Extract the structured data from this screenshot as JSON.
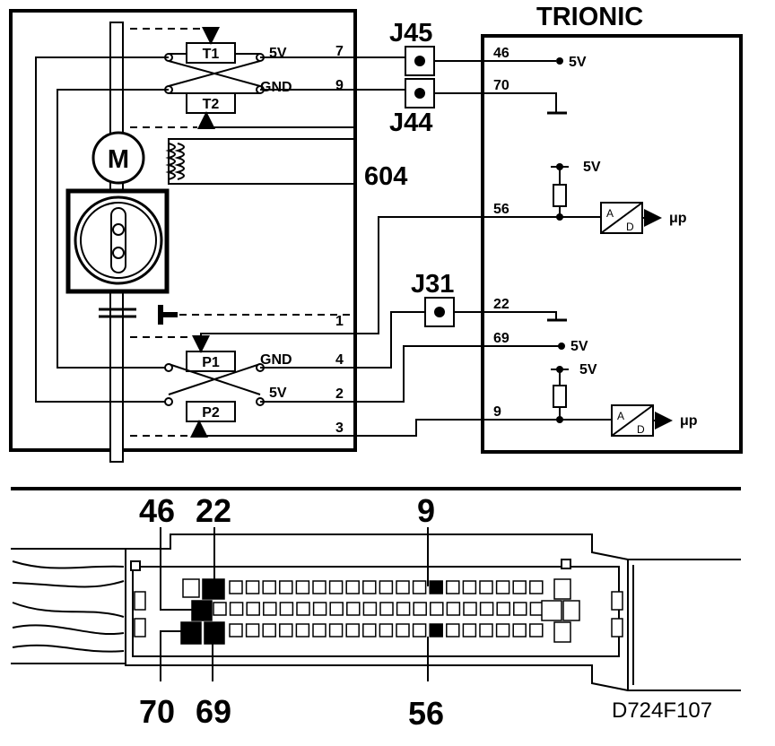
{
  "title": "TRIONIC",
  "motor_label": "M",
  "coil_label": "604",
  "sensors": {
    "t1": "T1",
    "t2": "T2",
    "p1": "P1",
    "p2": "P2"
  },
  "connectors": {
    "j45": "J45",
    "j44": "J44",
    "j31": "J31"
  },
  "supply_labels": {
    "five_v": "5V",
    "gnd": "GND"
  },
  "throttle_pins": {
    "t1": "7",
    "t2": "9",
    "common": "1",
    "p1": "4",
    "p2": "2",
    "p_common": "3"
  },
  "ecu_pins": {
    "p46": "46",
    "p70": "70",
    "p56": "56",
    "p22": "22",
    "p69": "69",
    "p9": "9"
  },
  "ad_label": "A/D",
  "ad_top": "A",
  "ad_bottom": "D",
  "mu_label": "μp",
  "connector_view": {
    "top_labels": [
      "46",
      "22",
      "9"
    ],
    "bottom_labels": [
      "70",
      "69",
      "56"
    ]
  },
  "figure_code": "D724F107"
}
